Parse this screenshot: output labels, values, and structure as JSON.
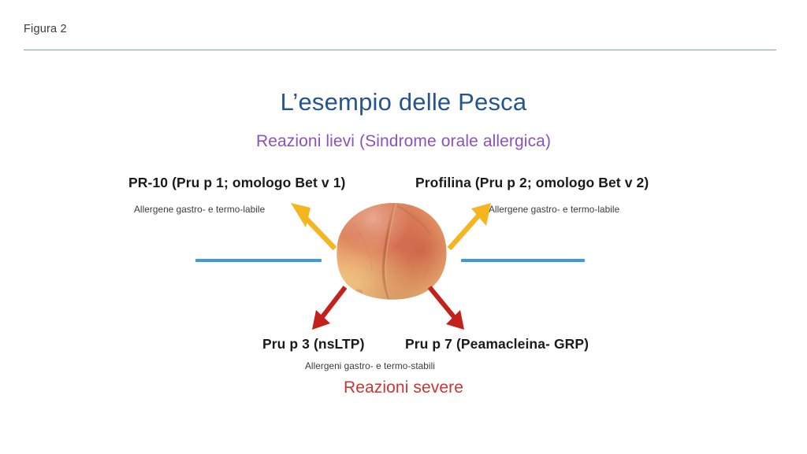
{
  "header": {
    "figure_label": "Figura 2",
    "rule_color": "#7f9ec4"
  },
  "title": {
    "main": "L’esempio delle Pesca",
    "main_color": "#255491",
    "subtitle": "Reazioni lievi (Sindrome orale allergica)",
    "subtitle_color": "#8a52bd"
  },
  "diagram": {
    "center_image": "peach-photo",
    "mild_branches": [
      {
        "title": "PR-10 (Pru p 1; omologo Bet v 1)",
        "description": "Allergene gastro- e termo-labile",
        "arrow_color": "#f5b521",
        "arrow_direction": "up-left"
      },
      {
        "title": "Profilina (Pru p 2; omologo Bet v 2)",
        "description": "Allergene gastro- e termo-labile",
        "arrow_color": "#f5b521",
        "arrow_direction": "up-right"
      }
    ],
    "severe_branches": [
      {
        "title": "Pru p 3 (nsLTP)",
        "arrow_color": "#c4201c",
        "arrow_direction": "down-left"
      },
      {
        "title": "Pru p 7 (Peamacleina- GRP)",
        "arrow_color": "#c4201c",
        "arrow_direction": "down-right"
      }
    ],
    "severe_description": "Allergeni gastro- e termo-stabili",
    "severe_heading": "Reazioni severe",
    "severe_heading_color": "#cc3531",
    "separator_color": "#3d9bdb"
  }
}
